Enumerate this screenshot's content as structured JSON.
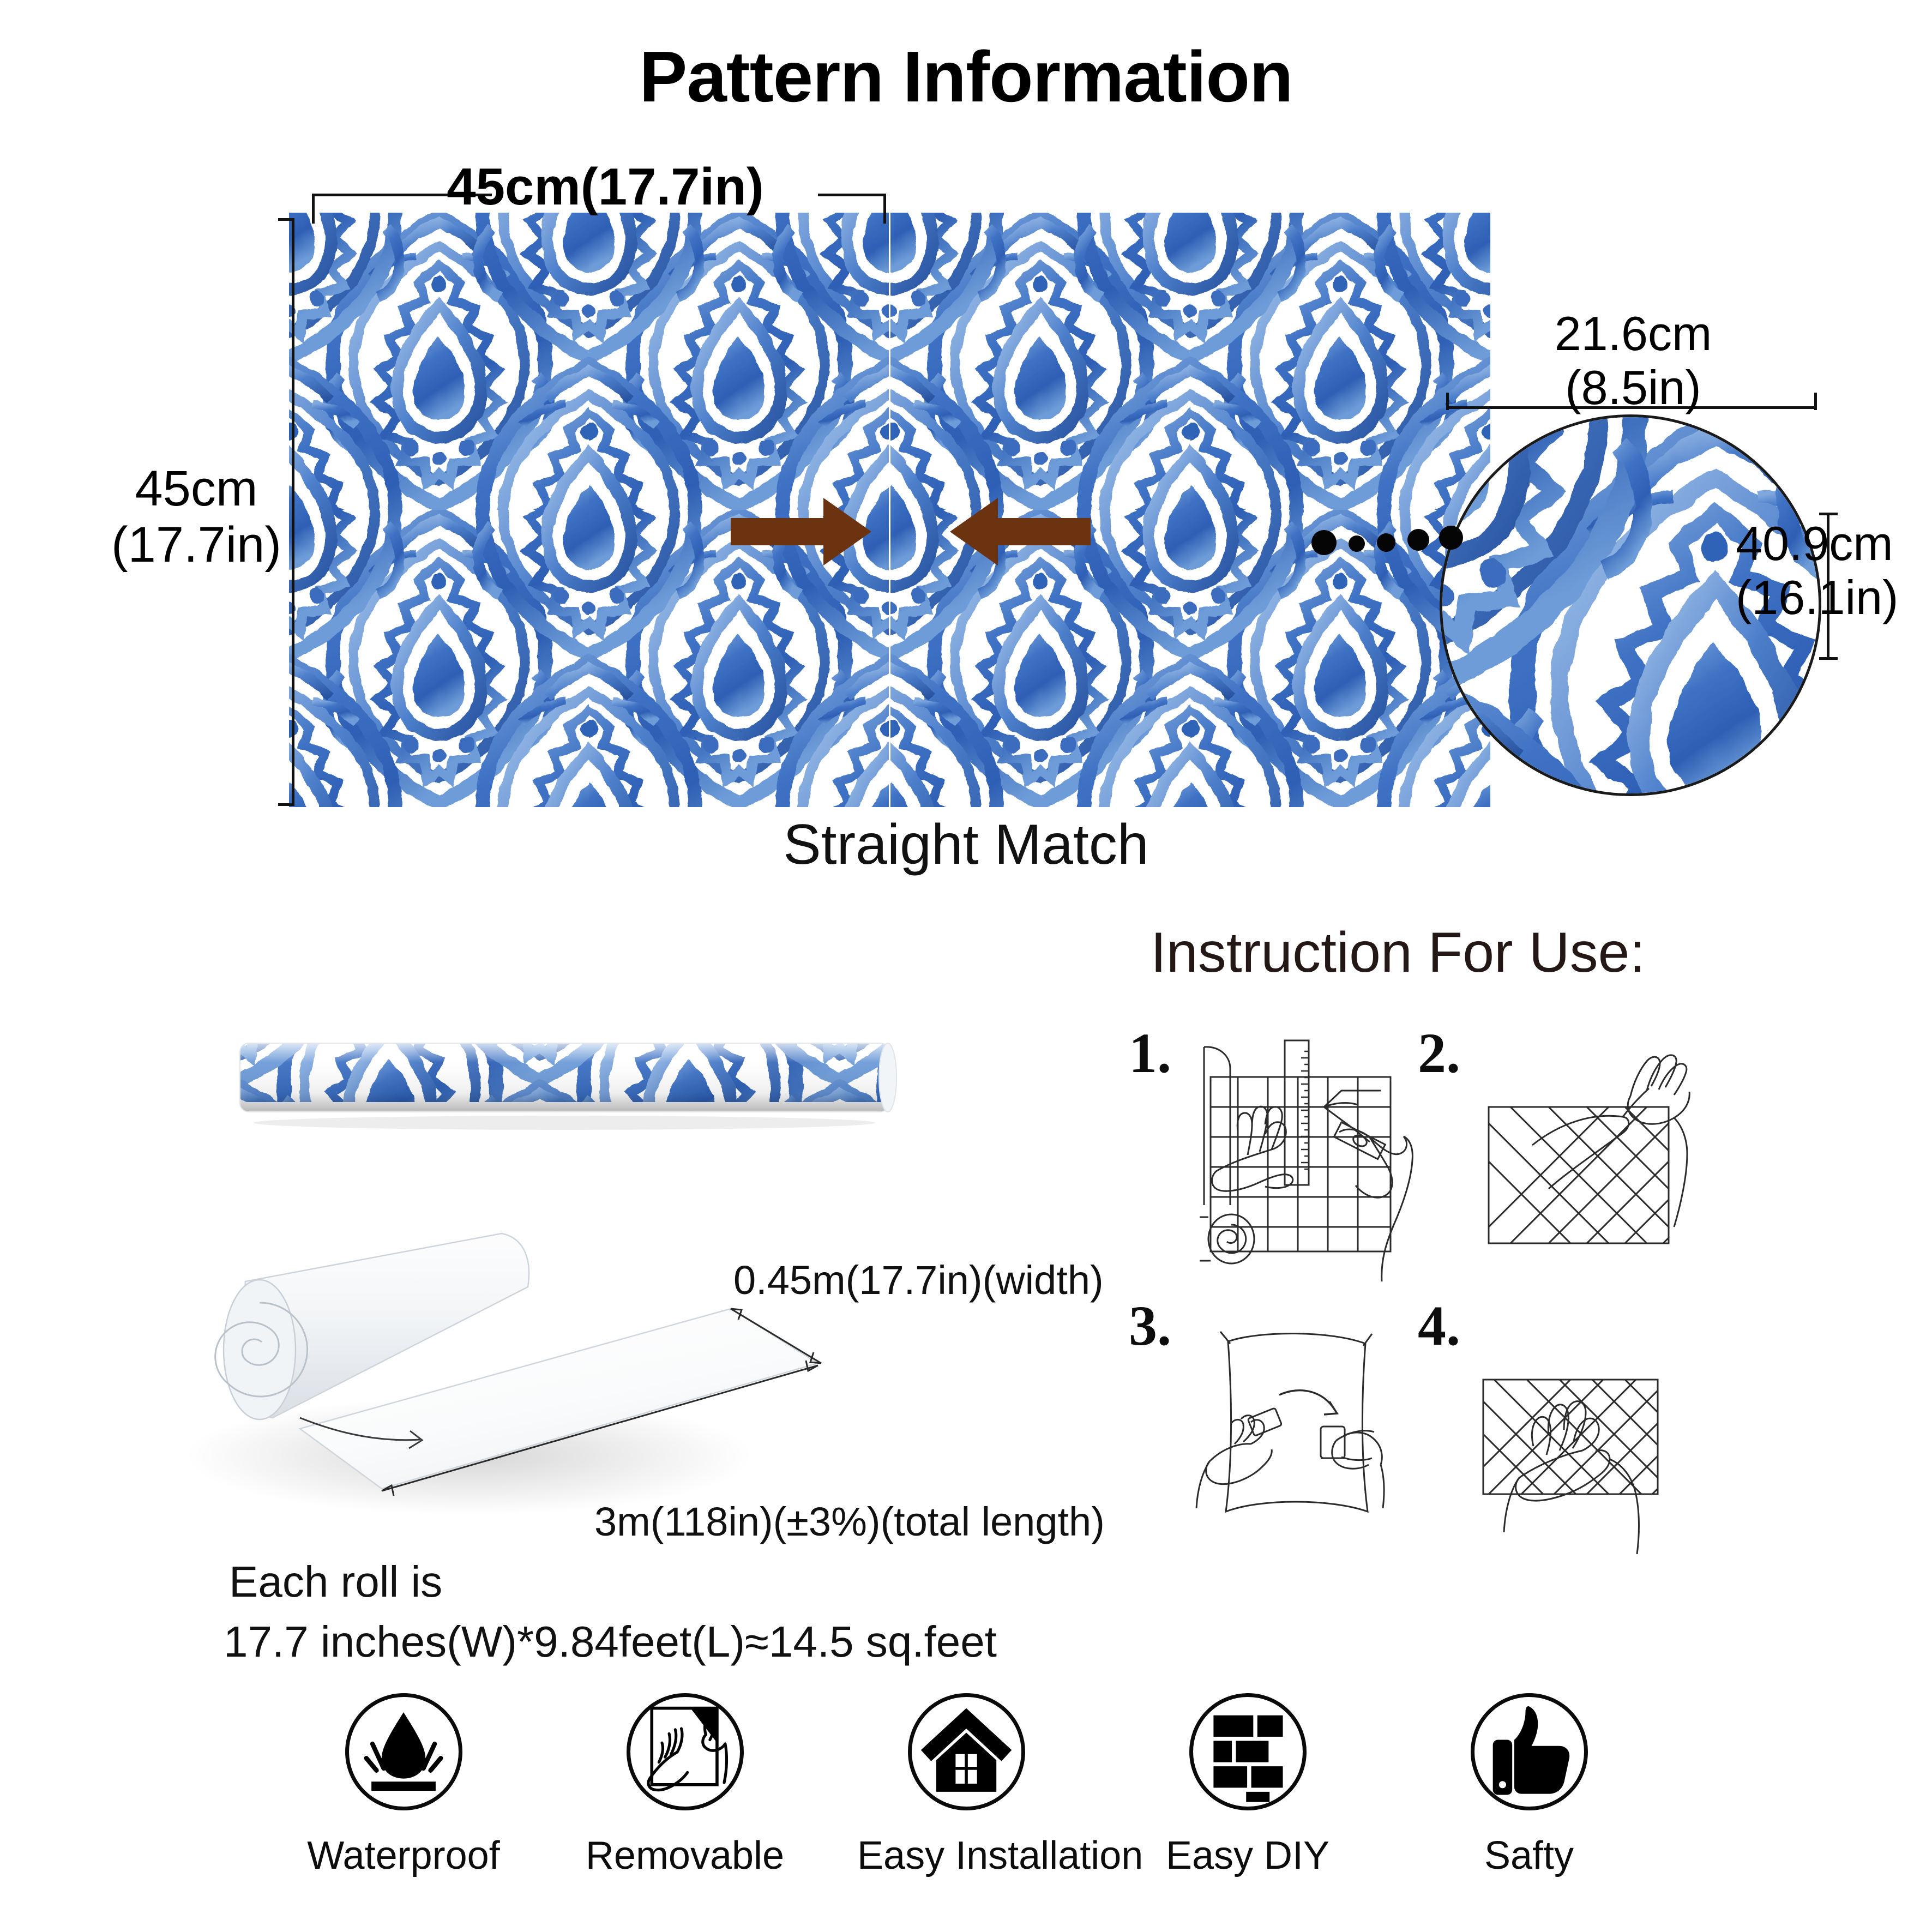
{
  "page": {
    "title": "Pattern Information",
    "background_color": "#ffffff"
  },
  "pattern_section": {
    "top_dimension": "45cm(17.7in)",
    "left_dimension_line1": "45cm",
    "left_dimension_line2": "(17.7in)",
    "detail_width_line1": "21.6cm",
    "detail_width_line2": "(8.5in)",
    "detail_height_line1": "40.9cm",
    "detail_height_line2": "(16.1in)",
    "match_caption": "Straight Match",
    "arrow_color": "#6B3310",
    "pattern_color_dark": "#2f61b5",
    "pattern_color_mid": "#5d8ed6",
    "pattern_color_light": "#a8c6ea"
  },
  "instructions": {
    "heading": "Instruction For Use:",
    "steps": [
      {
        "number": "1.",
        "icon": "measure-and-cut-icon"
      },
      {
        "number": "2.",
        "icon": "peel-backing-icon"
      },
      {
        "number": "3.",
        "icon": "apply-and-smooth-icon"
      },
      {
        "number": "4.",
        "icon": "press-to-wall-icon"
      }
    ]
  },
  "roll_section": {
    "width_label": "0.45m(17.7in)(width)",
    "length_label": "3m(118in)(±3%)(total length)",
    "each_roll_line1": "Each roll is",
    "each_roll_line2": "17.7 inches(W)*9.84feet(L)≈14.5 sq.feet"
  },
  "features": [
    {
      "label": "Waterproof",
      "icon": "water-drop-icon"
    },
    {
      "label": "Removable",
      "icon": "peeling-hands-icon"
    },
    {
      "label": "Easy Installation",
      "icon": "house-icon"
    },
    {
      "label": "Easy DIY",
      "icon": "brick-wall-icon"
    },
    {
      "label": "Safty",
      "icon": "thumbs-up-icon"
    }
  ]
}
